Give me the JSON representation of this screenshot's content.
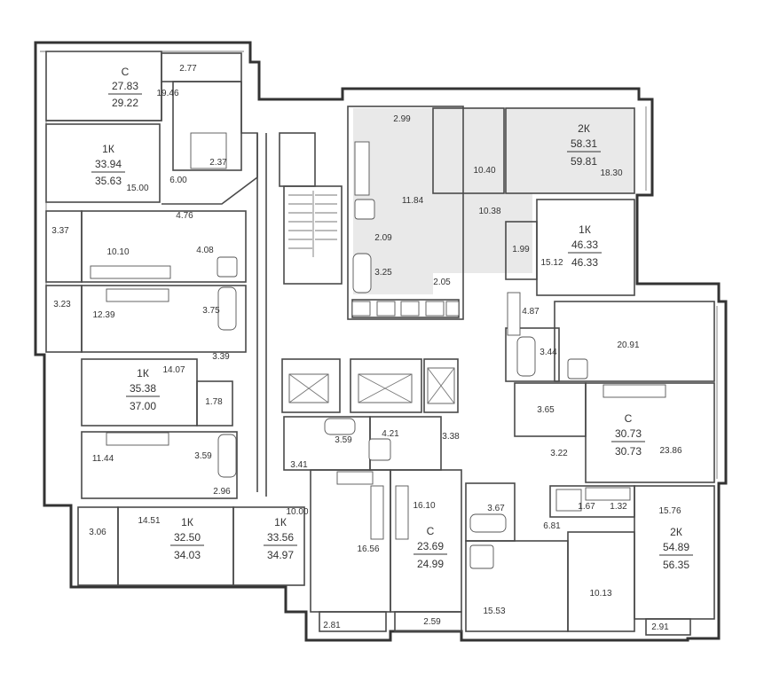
{
  "apartments": [
    {
      "type": "С",
      "area": "27.83",
      "total": "29.22"
    },
    {
      "type": "1К",
      "area": "33.94",
      "total": "35.63"
    },
    {
      "type": "1К",
      "area": "35.38",
      "total": "37.00"
    },
    {
      "type": "1К",
      "area": "32.50",
      "total": "34.03"
    },
    {
      "type": "1К",
      "area": "33.56",
      "total": "34.97"
    },
    {
      "type": "2К",
      "area": "58.31",
      "total": "59.81"
    },
    {
      "type": "1К",
      "area": "46.33",
      "total": "46.33"
    },
    {
      "type": "С",
      "area": "30.73",
      "total": "30.73"
    },
    {
      "type": "С",
      "area": "23.69",
      "total": "24.99"
    },
    {
      "type": "2К",
      "area": "54.89",
      "total": "56.35"
    }
  ],
  "room_areas": [
    "2.77",
    "19.46",
    "2.37",
    "6.00",
    "15.00",
    "4.76",
    "3.37",
    "10.10",
    "4.08",
    "3.75",
    "3.23",
    "12.39",
    "3.39",
    "14.07",
    "1.78",
    "11.44",
    "3.59",
    "2.96",
    "3.06",
    "14.51",
    "10.00",
    "3.41",
    "2.99",
    "10.40",
    "18.30",
    "11.84",
    "10.38",
    "2.09",
    "3.25",
    "2.05",
    "1.99",
    "15.12",
    "4.87",
    "20.91",
    "3.44",
    "3.65",
    "3.22",
    "23.86",
    "3.59",
    "4.21",
    "3.38",
    "16.10",
    "16.56",
    "3.67",
    "1.67",
    "1.32",
    "15.76",
    "6.81",
    "10.13",
    "15.53",
    "2.81",
    "2.59",
    "2.91"
  ]
}
